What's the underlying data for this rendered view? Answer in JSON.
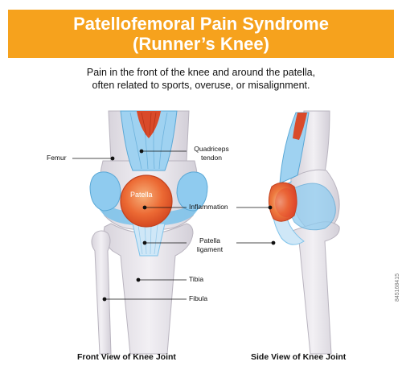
{
  "header": {
    "title_line1": "Patellofemoral Pain Syndrome",
    "title_line2": "(Runner’s Knee)"
  },
  "subtitle": {
    "line1": "Pain in the front of the knee and around the patella,",
    "line2": "often related to sports, overuse, or misalignment."
  },
  "labels": {
    "femur": "Femur",
    "patella": "Patella",
    "quadriceps_line1": "Quadriceps",
    "quadriceps_line2": "tendon",
    "inflammation": "Inflammation",
    "patella_ligament_line1": "Patella",
    "patella_ligament_line2": "ligament",
    "tibia": "Tibia",
    "fibula": "Fibula"
  },
  "captions": {
    "front": "Front View of Knee Joint",
    "side": "Side View of Knee Joint"
  },
  "watermark": "845168415",
  "colors": {
    "banner": "#f6a21d",
    "bone": "#e9e6ea",
    "cartilage": "#7fc3ea",
    "patella": "#e8572a",
    "muscle": "#d94a2a"
  }
}
